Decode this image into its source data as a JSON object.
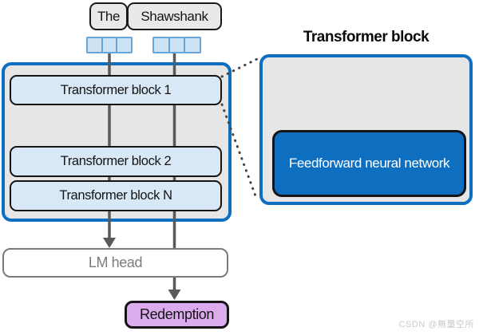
{
  "diagram": {
    "input_tokens": [
      {
        "label": "The"
      },
      {
        "label": "Shawshank"
      }
    ],
    "embedding_cells_per_token": 3,
    "stack": {
      "blocks": [
        {
          "label": "Transformer block 1"
        },
        {
          "label": "Transformer block 2"
        },
        {
          "label": "Transformer block N"
        }
      ]
    },
    "lm_head": {
      "label": "LM head"
    },
    "output_token": {
      "label": "Redemption"
    },
    "detail": {
      "title": "Transformer block",
      "inner_block": {
        "label": "Feedforward neural network"
      }
    }
  },
  "watermark": "CSDN @無量空所",
  "colors": {
    "accent_blue": "#0e6fc1",
    "light_blue_fill": "#d9e8f6",
    "panel_gray": "#e6e6e6",
    "embedding_fill": "#cde2f3",
    "embedding_border": "#68a4d6",
    "arrow_gray": "#58595b",
    "dashed_connector": "#454545",
    "output_purple": "#dcabee",
    "lm_head_gray": "#7b7b7b"
  }
}
